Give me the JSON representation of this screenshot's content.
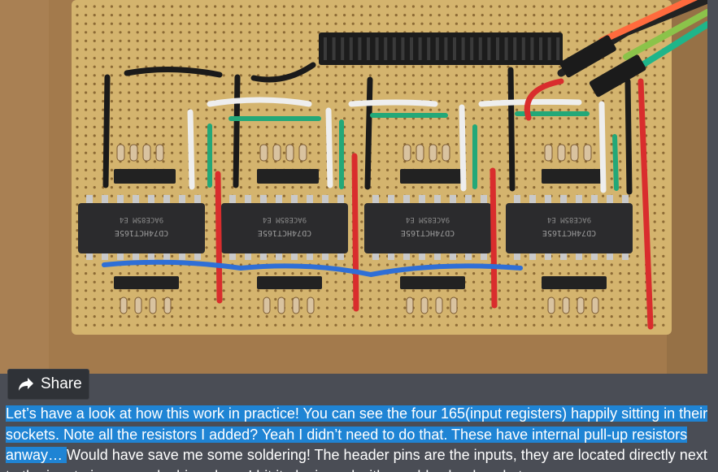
{
  "photo": {
    "subject": "stripboard-with-four-shift-register-chips",
    "chip_marking_line1": "CD74HCT165E",
    "chip_marking_line2": "9ACE85M E4",
    "colors": {
      "wood": "#a37a4c",
      "board": "#d4b46e",
      "chip": "#2b2b2d",
      "wire_red": "#d92d2d",
      "wire_blue": "#2f6fd6",
      "wire_green": "#23a878",
      "wire_white": "#eeeeee",
      "wire_black": "#1a1a1a"
    }
  },
  "share_button": {
    "label": "Share",
    "icon": "share-arrow-icon"
  },
  "article": {
    "selected_text": "Let’s have a look at how this work in practice! You can see the four 165(input registers) happily sitting in their sockets. Note all the resistors I added? Yeah I didn’t need to do that. These have internal pull-up resistors anway… ",
    "plain_text": "Would have save me some soldering! The header pins are the inputs, they are located directly next to the input pins on each chip, where I hit it plugin and with an old-school socket-on."
  }
}
